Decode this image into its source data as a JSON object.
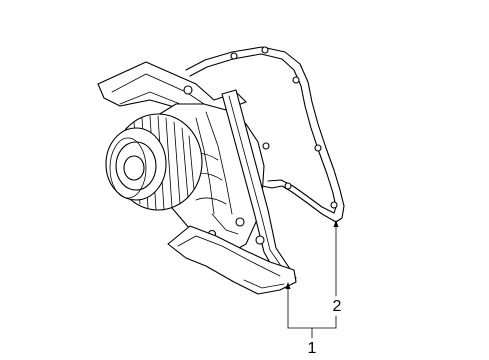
{
  "callouts": [
    {
      "number": "1",
      "part": "water pump"
    },
    {
      "number": "2",
      "part": "gasket"
    }
  ],
  "colors": {
    "background": "#ffffff",
    "ink": "#000000"
  }
}
